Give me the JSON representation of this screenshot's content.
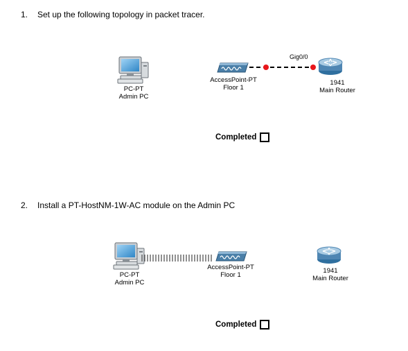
{
  "steps": [
    {
      "number": "1.",
      "text": "Set up the following topology in packet tracer.",
      "completed_label": "Completed",
      "devices": {
        "pc": {
          "line1": "PC-PT",
          "line2": "Admin PC"
        },
        "ap": {
          "line1": "AccessPoint-PT",
          "line2": "Floor 1"
        },
        "router": {
          "line1": "1941",
          "line2": "Main Router"
        }
      },
      "link_label": "Gig0/0"
    },
    {
      "number": "2.",
      "text": "Install a PT-HostNM-1W-AC module on the Admin PC",
      "completed_label": "Completed",
      "devices": {
        "pc": {
          "line1": "PC-PT",
          "line2": "Admin PC"
        },
        "ap": {
          "line1": "AccessPoint-PT",
          "line2": "Floor 1"
        },
        "router": {
          "line1": "1941",
          "line2": "Main Router"
        }
      }
    }
  ],
  "colors": {
    "link_dot": "#e8161b",
    "ap_body": "#4a7fa8",
    "router_body": "#4f86b3"
  },
  "icons": [
    "pc-icon",
    "access-point-icon",
    "router-icon",
    "checkbox-icon"
  ]
}
